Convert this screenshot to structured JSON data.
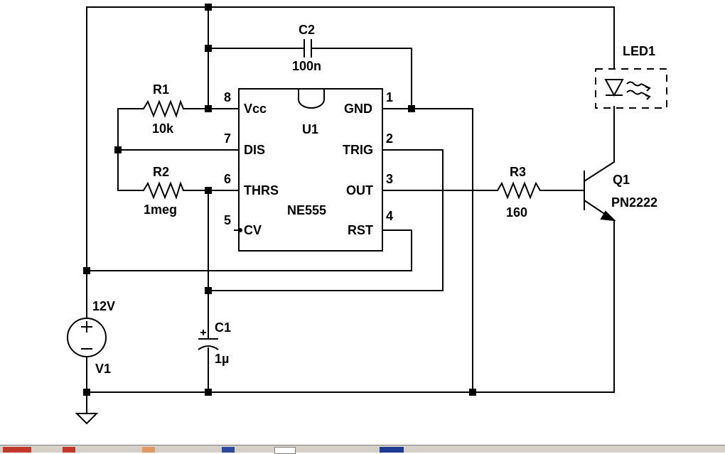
{
  "schematic": {
    "ic": {
      "ref": "U1",
      "part": "NE555"
    },
    "pins": {
      "p8": {
        "num": "8",
        "name": "Vcc"
      },
      "p7": {
        "num": "7",
        "name": "DIS"
      },
      "p6": {
        "num": "6",
        "name": "THRS"
      },
      "p5": {
        "num": "5",
        "name": "CV"
      },
      "p1": {
        "num": "1",
        "name": "GND"
      },
      "p2": {
        "num": "2",
        "name": "TRIG"
      },
      "p3": {
        "num": "3",
        "name": "OUT"
      },
      "p4": {
        "num": "4",
        "name": "RST"
      }
    },
    "r1": {
      "ref": "R1",
      "value": "10k"
    },
    "r2": {
      "ref": "R2",
      "value": "1meg"
    },
    "r3": {
      "ref": "R3",
      "value": "160"
    },
    "c1": {
      "ref": "C1",
      "value": "1µ"
    },
    "c2": {
      "ref": "C2",
      "value": "100n"
    },
    "v1": {
      "ref": "V1",
      "value": "12V"
    },
    "q1": {
      "ref": "Q1",
      "part": "PN2222"
    },
    "led": {
      "ref": "LED1"
    }
  },
  "colors": {
    "wire": "#000000",
    "background": "#ffffff",
    "taskbar": "#d4d0c8"
  }
}
